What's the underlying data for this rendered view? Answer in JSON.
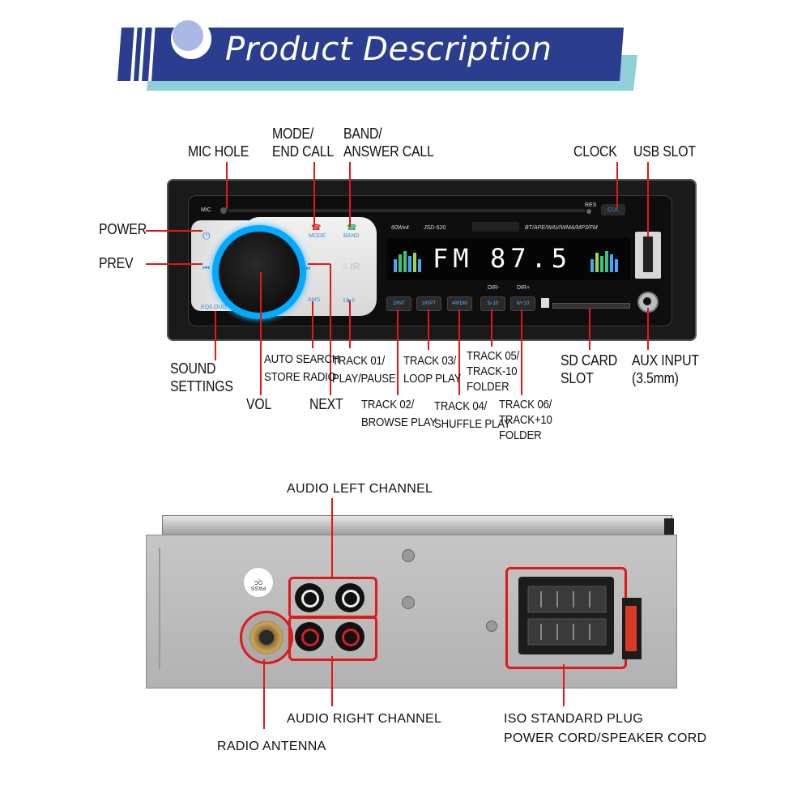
{
  "banner": {
    "title": "Product Description"
  },
  "front_panel": {
    "mic_text": "MIC",
    "spec_power": "60Wx4",
    "model": "JSD-520",
    "formats": "BT/APE/WAV/WMA/MP3/FM",
    "res_text": "RES",
    "clk_text": "CLK",
    "mode_text": "MODE",
    "band_text": "BAND",
    "ams_text": "AMS",
    "play_text": "1/▶II",
    "eq_text": "EQ/LOUD",
    "display": {
      "band": "FM",
      "frequency": "87.5"
    },
    "dir_minus": "DIR-",
    "dir_plus": "DIR+",
    "number_buttons": [
      "2/INT",
      "3/RPT",
      "4/RDM",
      "5/-10",
      "6/+10"
    ]
  },
  "labels": {
    "mic_hole": "MIC HOLE",
    "mode_end_call": [
      "MODE/",
      "END CALL"
    ],
    "band_answer_call": [
      "BAND/",
      "ANSWER CALL"
    ],
    "clock": "CLOCK",
    "usb_slot": "USB SLOT",
    "power": "POWER",
    "prev": "PREV",
    "sound_settings": [
      "SOUND",
      "SETTINGS"
    ],
    "vol": "VOL",
    "auto_search": [
      "AUTO SEARCH",
      "STORE RADIO"
    ],
    "next": "NEXT",
    "track01": [
      "TRACK 01/",
      "PLAY/PAUSE"
    ],
    "track02": [
      "TRACK 02/",
      "BROWSE PLAY"
    ],
    "track03": [
      "TRACK 03/",
      "LOOP PLAY"
    ],
    "track04": [
      "TRACK 04/",
      "SHUFFLE PLAY"
    ],
    "track05": [
      "TRACK 05/",
      "TRACK-10",
      "FOLDER"
    ],
    "track06": [
      "TRACK 06/",
      "TRACK+10",
      "FOLDER"
    ],
    "sd_card_slot": [
      "SD CARD",
      "SLOT"
    ],
    "aux_input": [
      "AUX INPUT",
      "(3.5mm)"
    ],
    "audio_left": "AUDIO LEFT CHANNEL",
    "audio_right": "AUDIO RIGHT CHANNEL",
    "radio_antenna": "RADIO ANTENNA",
    "iso_plug": [
      "ISO STANDARD PLUG",
      "POWER CORD/SPEAKER CORD"
    ]
  },
  "back_panel": {
    "pass_text": "PASS",
    "qc_text": "QC"
  },
  "colors": {
    "callout": "#e01818",
    "banner_dark": "#2b3d8f",
    "banner_light": "#8fcfd8",
    "accent_blue": "#3aa0ff"
  }
}
